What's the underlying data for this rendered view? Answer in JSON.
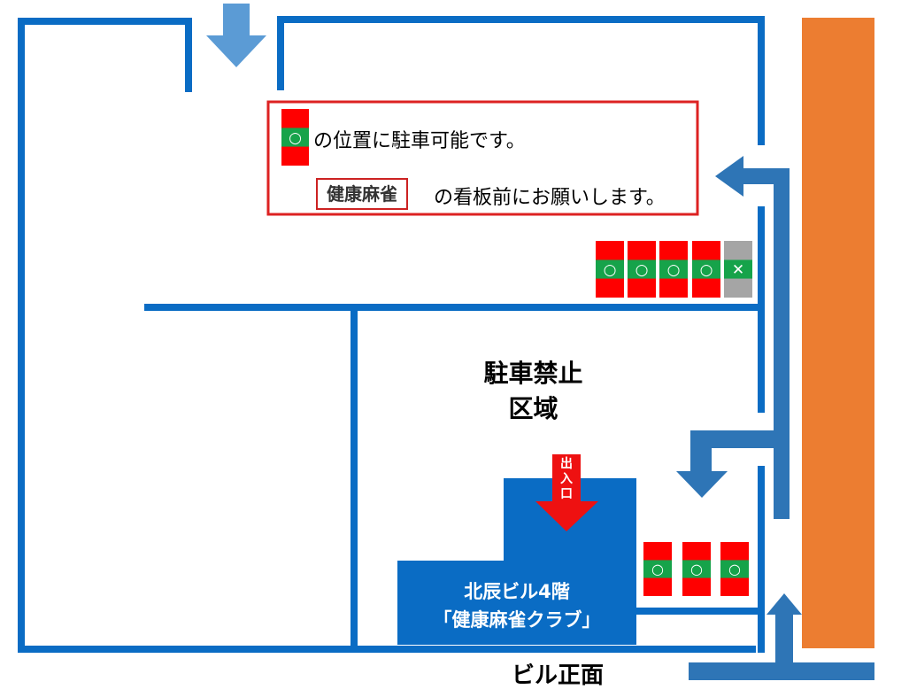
{
  "legend": {
    "available_line": "の位置に駐車可能です。",
    "sign_name": "健康麻雀",
    "sign_line": "の看板前にお願いします。",
    "available_mark": "○"
  },
  "upper_row": {
    "spots": [
      {
        "mark": "○",
        "available": true
      },
      {
        "mark": "○",
        "available": true
      },
      {
        "mark": "○",
        "available": true
      },
      {
        "mark": "○",
        "available": true
      },
      {
        "mark": "✕",
        "available": false
      }
    ]
  },
  "lower_row": {
    "spots": [
      {
        "mark": "○",
        "available": true
      },
      {
        "mark": "○",
        "available": true
      },
      {
        "mark": "○",
        "available": true
      }
    ]
  },
  "no_parking": {
    "line1": "駐車禁止",
    "line2": "区域"
  },
  "building": {
    "line1": "北辰ビル4階",
    "line2": "「健康麻雀クラブ」"
  },
  "entrance": {
    "chars": [
      "出",
      "入",
      "口"
    ]
  },
  "front_label": "ビル正面",
  "colors": {
    "wall": "#0a6cc4",
    "road": "#ec7d31",
    "arrow_light": "#5b9bd5",
    "arrow_dark": "#2e75b6",
    "building": "#0a6cc4",
    "spot_red": "#ff0000",
    "spot_green": "#16a34a",
    "spot_gray": "#a5a5a5",
    "entrance_arrow": "#ee1111",
    "legend_border": "#dd2222"
  }
}
